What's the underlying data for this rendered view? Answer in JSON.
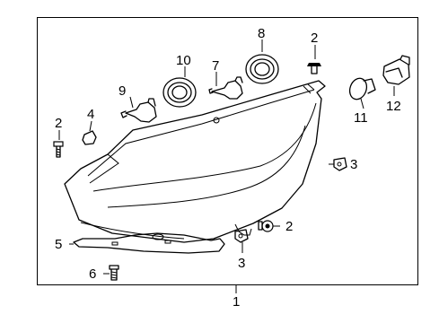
{
  "diagram": {
    "callouts": {
      "c1": "1",
      "c2a": "2",
      "c2b": "2",
      "c2c": "2",
      "c3a": "3",
      "c3b": "3",
      "c4": "4",
      "c5": "5",
      "c6": "6",
      "c7": "7",
      "c8": "8",
      "c9": "9",
      "c10": "10",
      "c11": "11",
      "c12": "12"
    }
  }
}
